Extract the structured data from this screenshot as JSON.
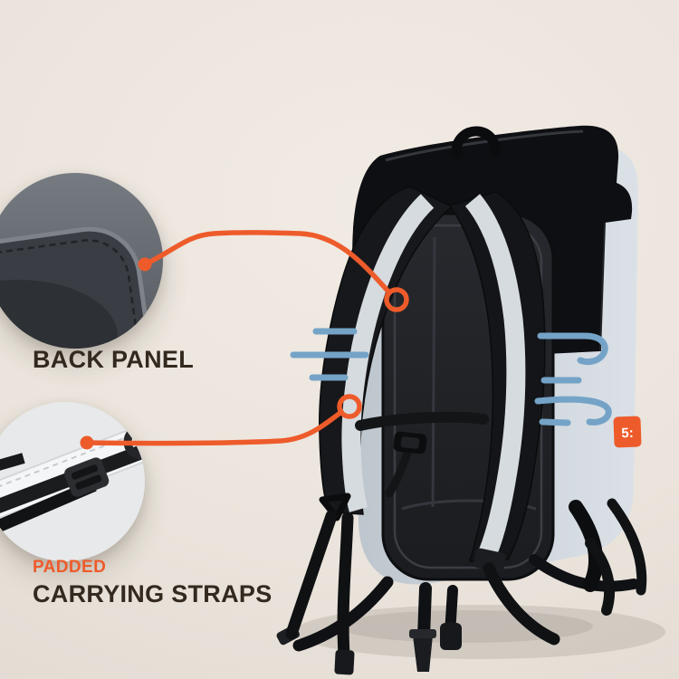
{
  "canvas": {
    "background": "#eae4dc"
  },
  "colors": {
    "accent_orange": "#ee5b2b",
    "speed_line_blue": "#74a3c7",
    "label_dark": "#33291f",
    "bag_body_gray": "#ccd3da",
    "bag_black": "#0e0f12",
    "strap_stripe": "#d6dbdf"
  },
  "callouts": {
    "back_panel": {
      "label": "BACK PANEL"
    },
    "carrying_straps": {
      "kicker": "PADDED",
      "label": "CARRYING STRAPS"
    }
  },
  "product": {
    "badge_text": "5:"
  }
}
